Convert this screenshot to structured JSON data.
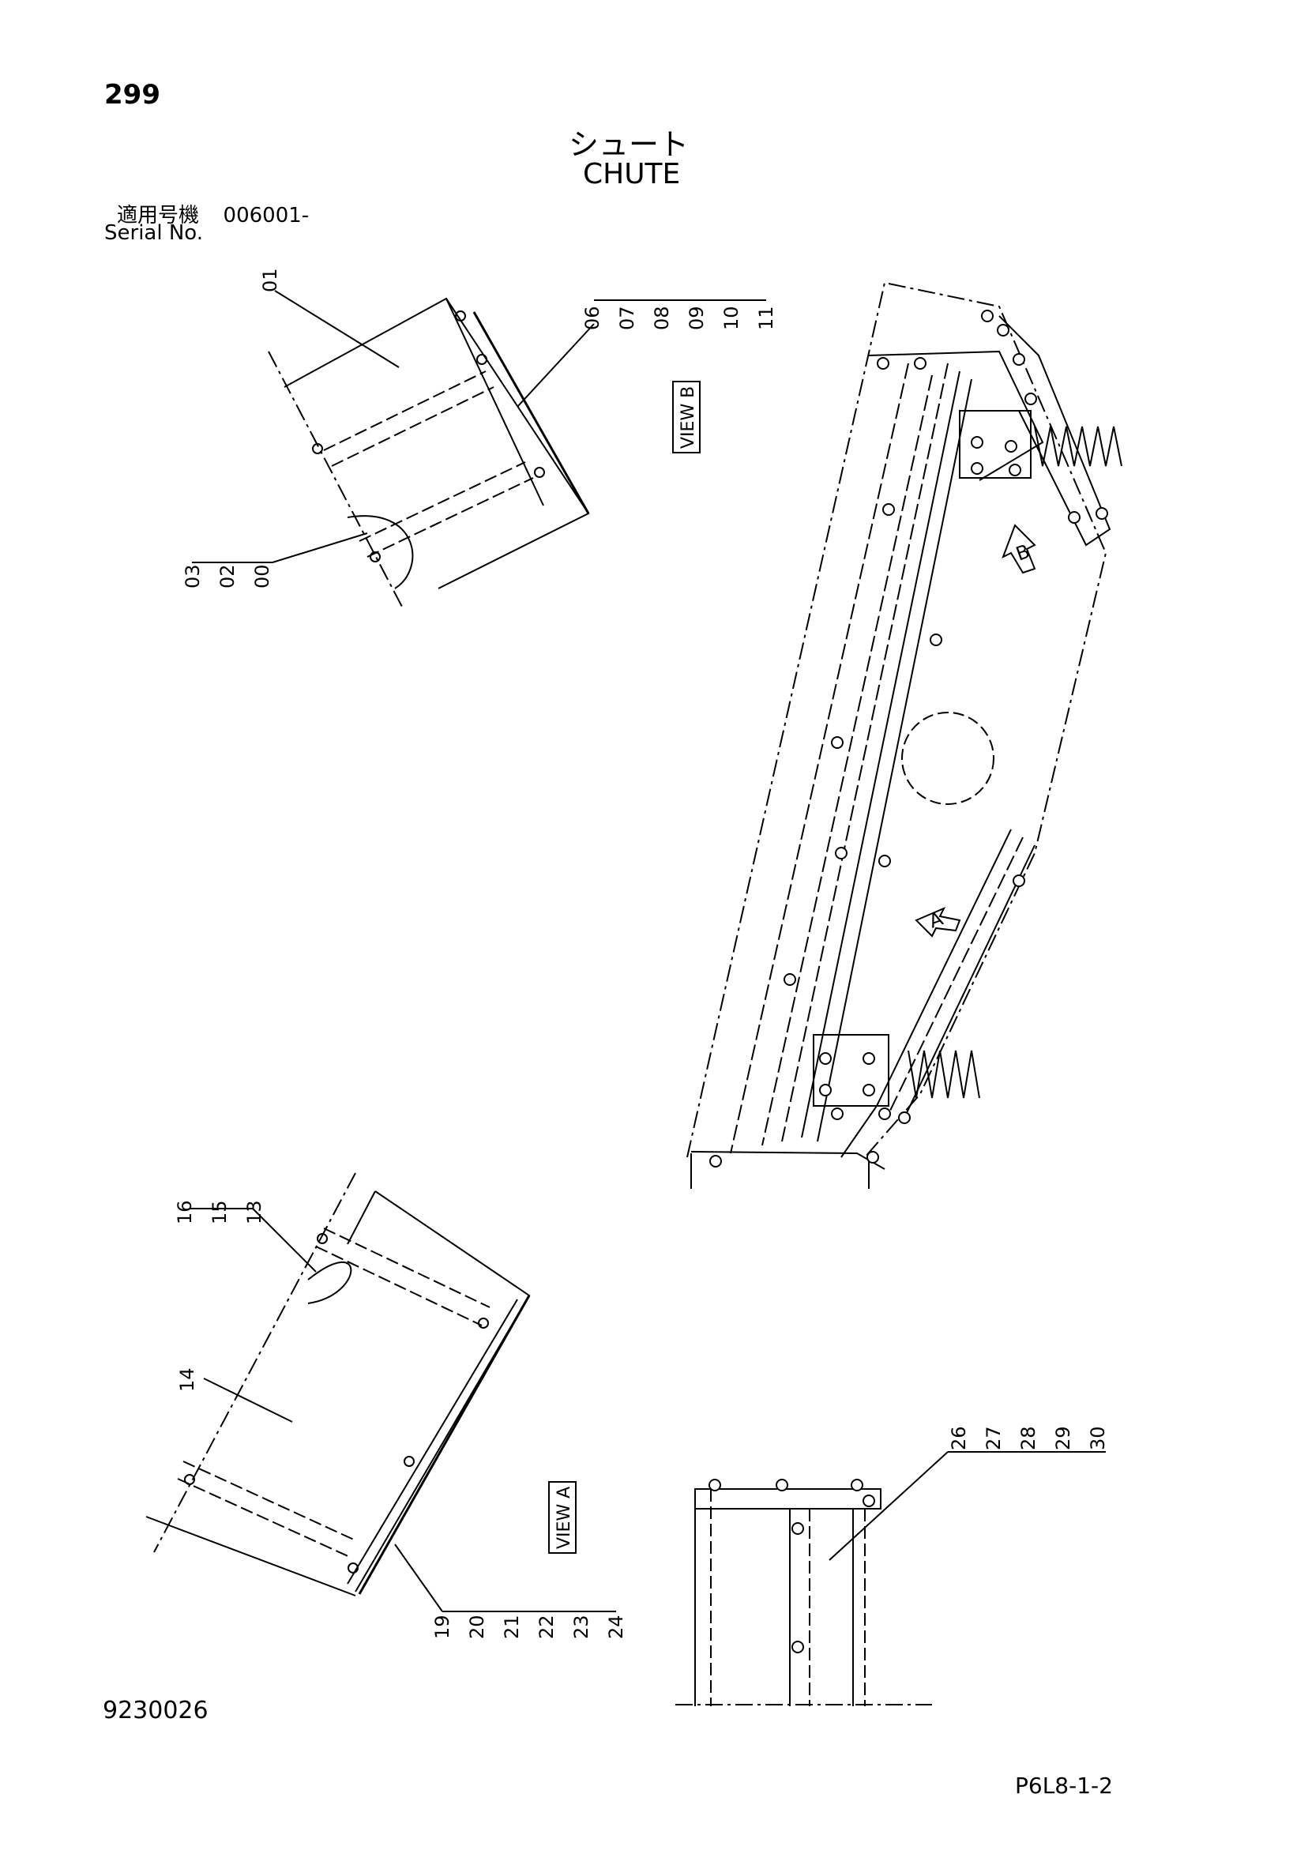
{
  "header": {
    "page_number": "299",
    "title_jp": "シュート",
    "title_en": "CHUTE",
    "serial_label_jp": "適用号機",
    "serial_value": "006001-",
    "serial_label_en": "Serial No."
  },
  "footer": {
    "figure_number": "9230026",
    "page_code": "P6L8-1-2"
  },
  "views": {
    "view_b": "VIEW B",
    "view_a": "VIEW A"
  },
  "callouts": {
    "top_left_01": "01",
    "top_left_group_a": [
      "06",
      "07",
      "08",
      "09",
      "10",
      "11"
    ],
    "top_left_group_b": [
      "03",
      "02",
      "00"
    ],
    "bottom_left_group_a": [
      "16",
      "15",
      "13"
    ],
    "bottom_left_14": "14",
    "bottom_left_group_b": [
      "19",
      "20",
      "21",
      "22",
      "23",
      "24"
    ],
    "bottom_right_group": [
      "26",
      "27",
      "28",
      "29",
      "30"
    ]
  },
  "arrows": {
    "a": "A",
    "b": "B"
  }
}
